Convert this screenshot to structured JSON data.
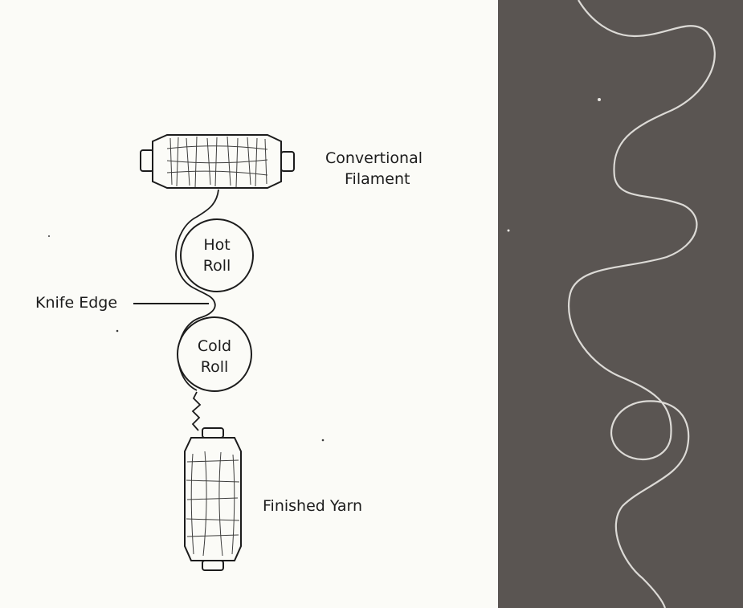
{
  "labels": {
    "conventional_filament": [
      "Convertional",
      "Filament"
    ],
    "hot_roll": [
      "Hot",
      "Roll"
    ],
    "knife_edge": "Knife Edge",
    "cold_roll": [
      "Cold",
      "Roll"
    ],
    "finished_yarn": "Finished Yarn"
  },
  "colors": {
    "paper": "#fbfbf7",
    "ink": "#1c1c1c",
    "photo_background": "#5a5552",
    "yarn_strand": "#dcdad6"
  }
}
